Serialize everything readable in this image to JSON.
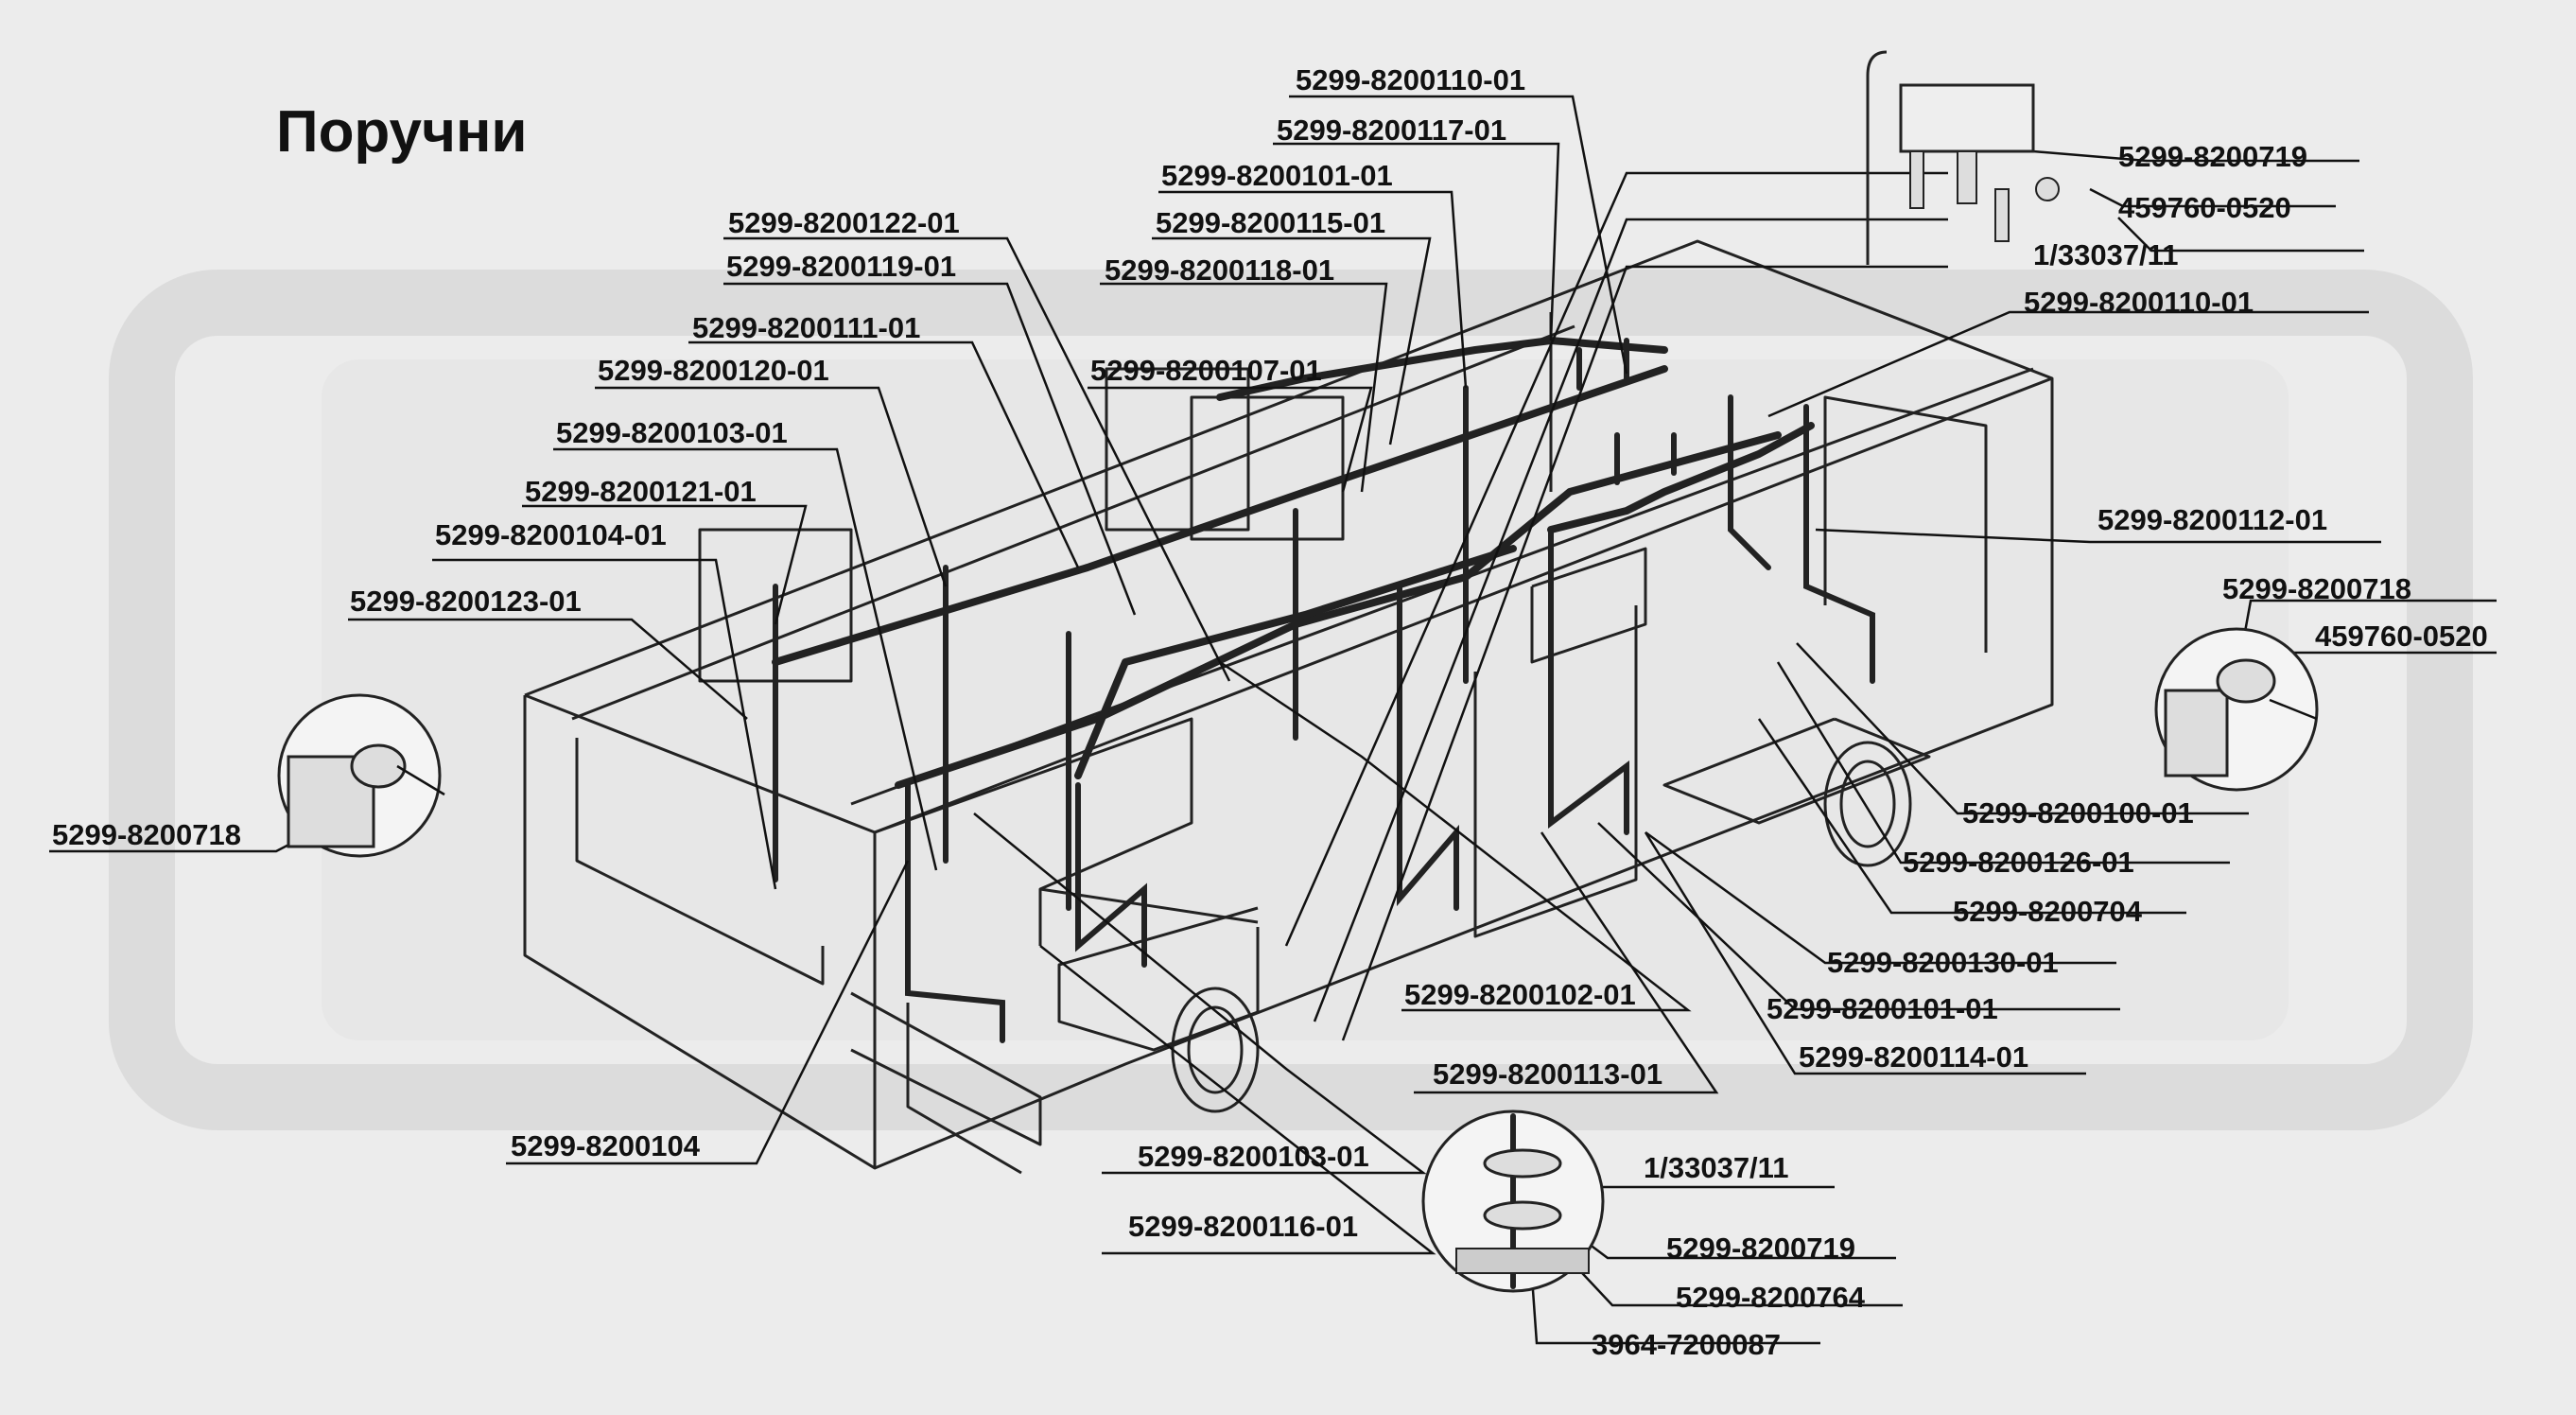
{
  "title": "Поручни",
  "labels": [
    "5299-8200110-01",
    "5299-8200117-01",
    "5299-8200101-01",
    "5299-8200115-01",
    "5299-8200122-01",
    "5299-8200119-01",
    "5299-8200118-01",
    "5299-8200111-01",
    "5299-8200120-01",
    "5299-8200107-01",
    "5299-8200103-01",
    "5299-8200121-01",
    "5299-8200104-01",
    "5299-8200123-01",
    "5299-8200718",
    "5299-8200104",
    "5299-8200103-01",
    "5299-8200116-01",
    "5299-8200102-01",
    "5299-8200113-01",
    "5299-8200719",
    "459760-0520",
    "1/33037/11",
    "5299-8200110-01",
    "5299-8200112-01",
    "5299-8200718",
    "459760-0520",
    "5299-8200100-01",
    "5299-8200126-01",
    "5299-8200704",
    "5299-8200130-01",
    "5299-8200101-01",
    "5299-8200114-01",
    "1/33037/11",
    "5299-8200719",
    "5299-8200764",
    "3964-7200087"
  ]
}
